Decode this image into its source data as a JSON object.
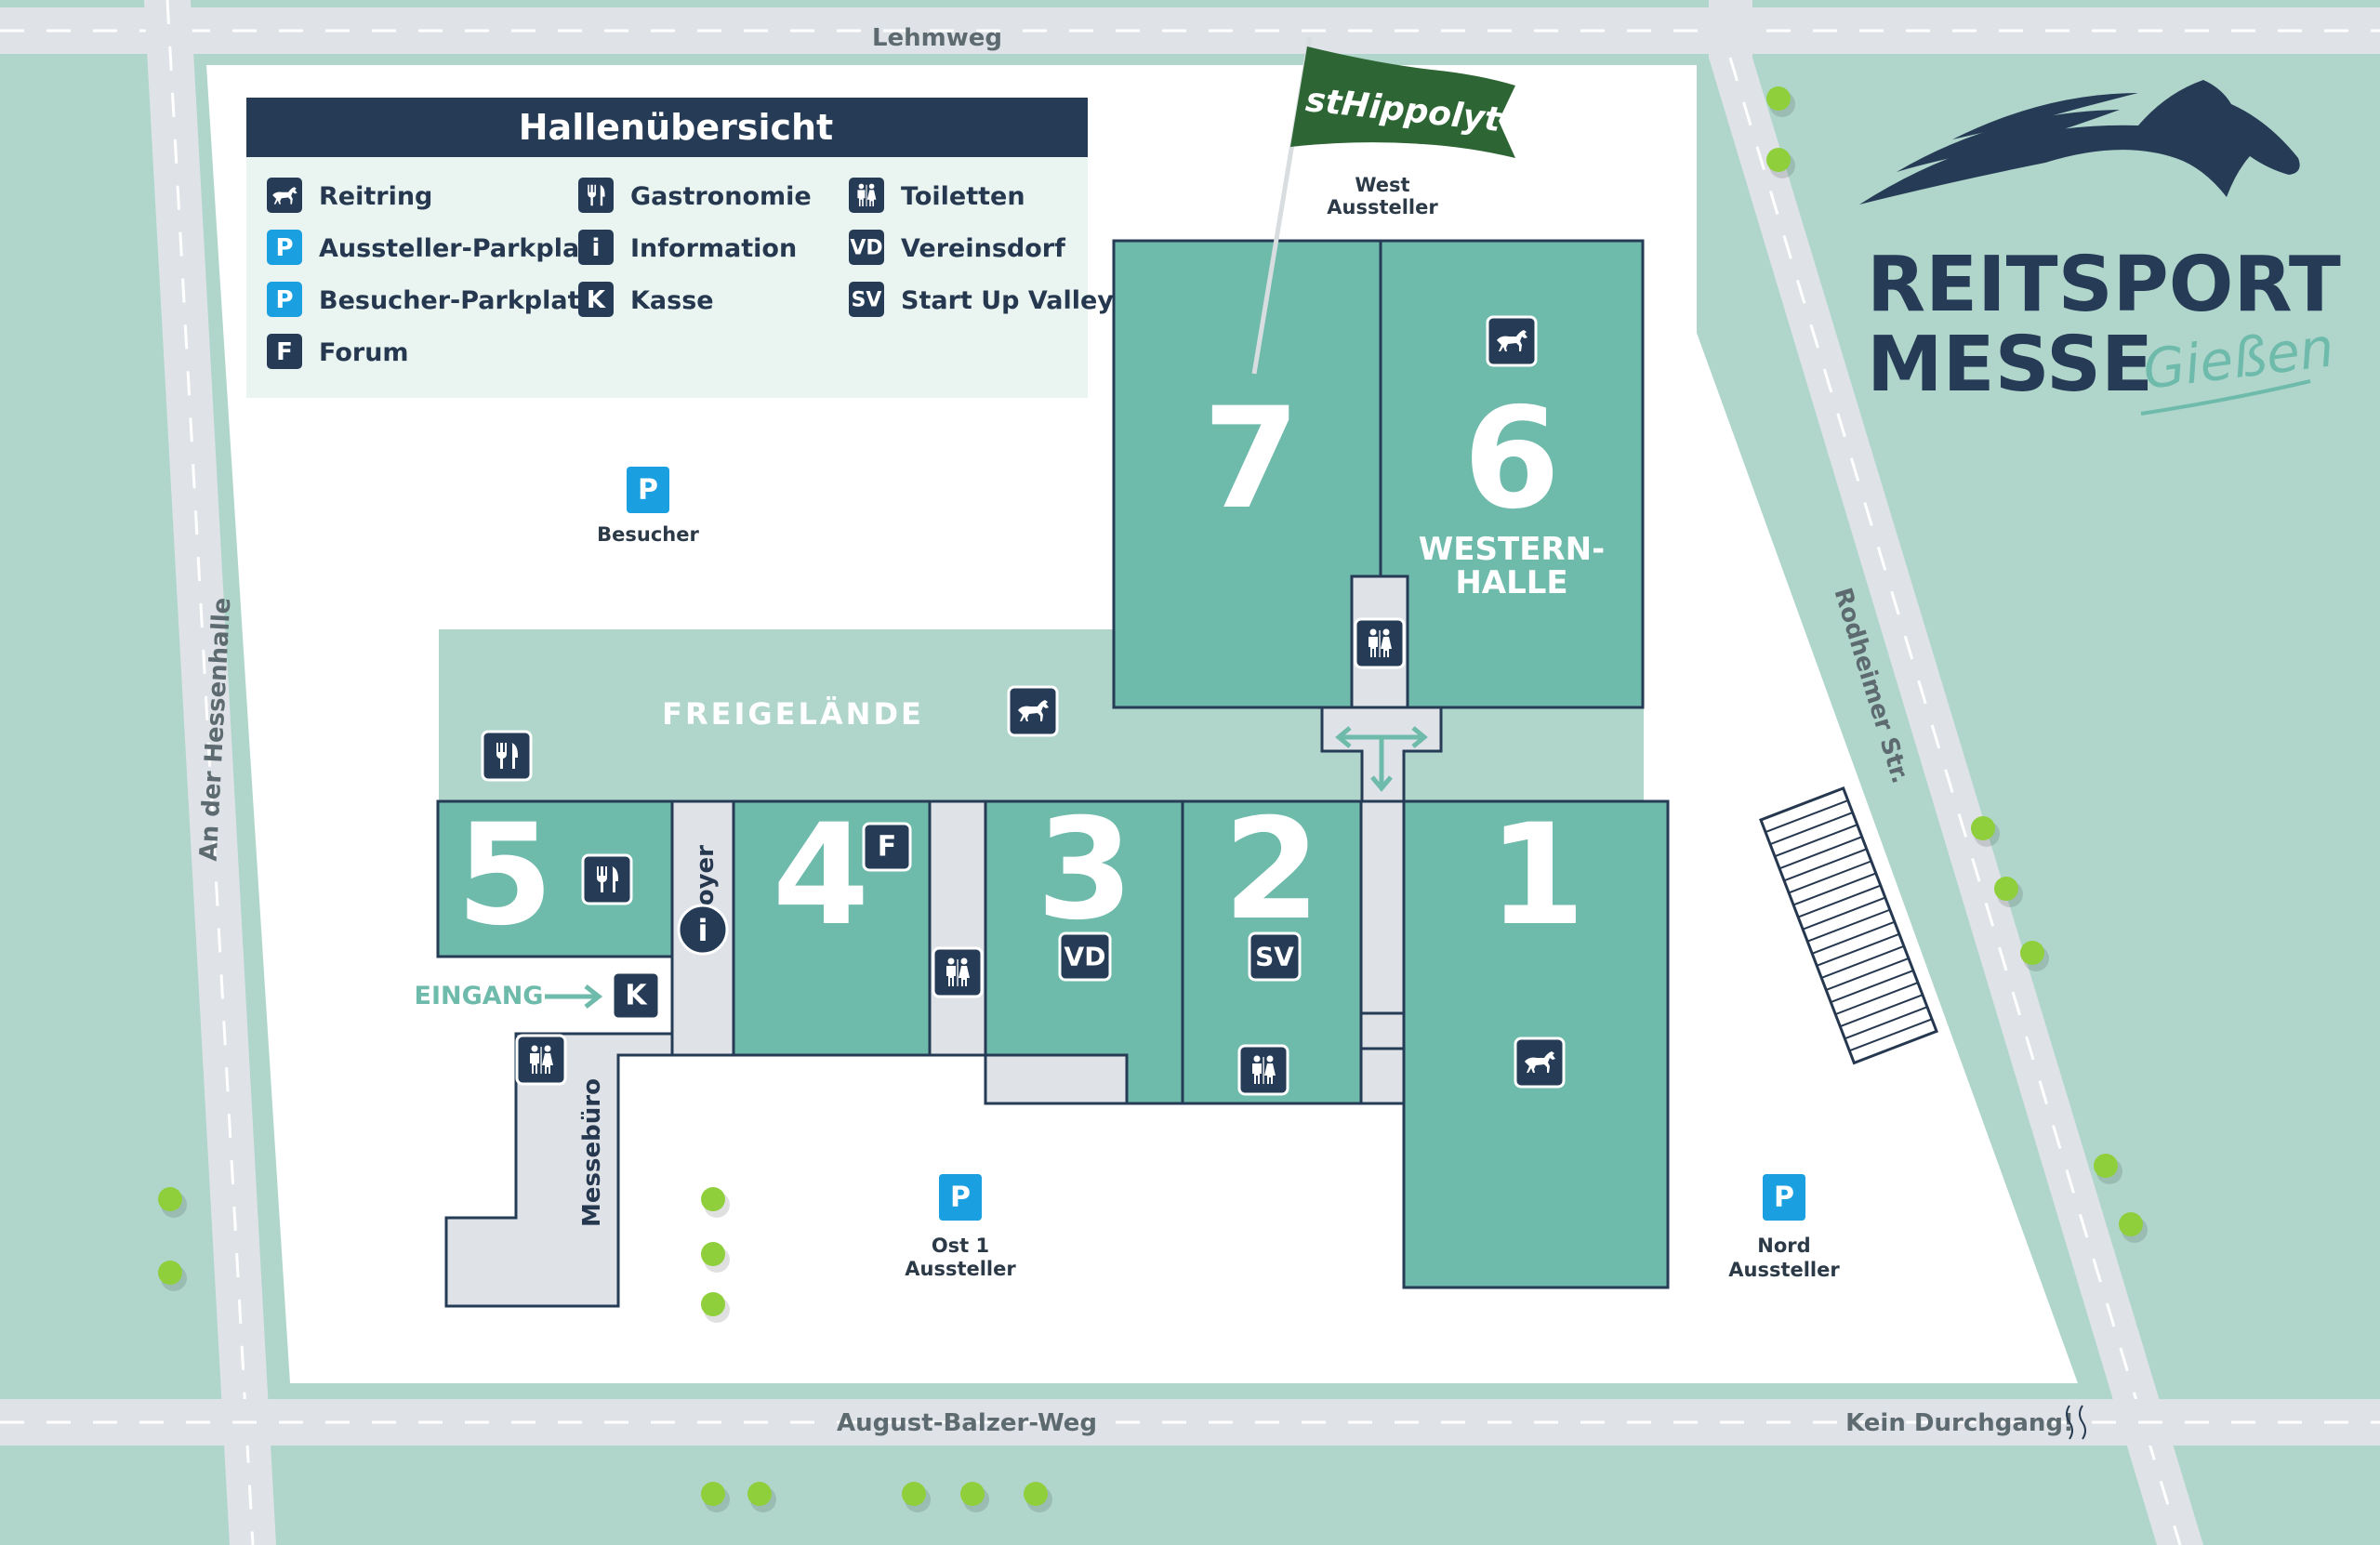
{
  "legend": {
    "title": "Hallenübersicht",
    "items": [
      {
        "icon": "horse-icon",
        "badge": "",
        "color": "#263b55",
        "label": "Reitring"
      },
      {
        "icon": "cutlery-icon",
        "badge": "",
        "color": "#263b55",
        "label": "Gastronomie"
      },
      {
        "icon": "toilet-icon",
        "badge": "",
        "color": "#263b55",
        "label": "Toiletten"
      },
      {
        "icon": "parking-icon",
        "badge": "P",
        "color": "#1a9fe0",
        "label": "Aussteller-Parkplatz"
      },
      {
        "icon": "info-icon",
        "badge": "i",
        "color": "#263b55",
        "label": "Information"
      },
      {
        "icon": "vereinsdorf-icon",
        "badge": "VD",
        "color": "#263b55",
        "label": "Vereinsdorf"
      },
      {
        "icon": "parking-icon",
        "badge": "P",
        "color": "#1a9fe0",
        "label": "Besucher-Parkplatz"
      },
      {
        "icon": "kasse-icon",
        "badge": "K",
        "color": "#263b55",
        "label": "Kasse"
      },
      {
        "icon": "startup-icon",
        "badge": "SV",
        "color": "#263b55",
        "label": "Start Up Valley"
      },
      {
        "icon": "forum-icon",
        "badge": "F",
        "color": "#263b55",
        "label": "Forum"
      }
    ]
  },
  "roads": {
    "north": "Lehmweg",
    "west": "An der Hessenhalle",
    "east": "Rodheimer Str.",
    "south": "August-Balzer-Weg",
    "south_note": "Kein Durchgang!"
  },
  "halls": {
    "h1": "1",
    "h2": "2",
    "h3": "3",
    "h4": "4",
    "h5": "5",
    "h6": "6",
    "h7": "7",
    "h6_sub_1": "WESTERN-",
    "h6_sub_2": "HALLE"
  },
  "areas": {
    "freigelaende": "Freigelände",
    "foyer": "Foyer",
    "messebuero": "Messebüro",
    "entrance": "EINGANG"
  },
  "badges": {
    "p": "P",
    "i": "i",
    "k": "K",
    "vd": "VD",
    "sv": "SV",
    "f": "F"
  },
  "parking": {
    "besucher": "Besucher",
    "west_1": "West",
    "west_2": "Aussteller",
    "ost_1": "Ost 1",
    "ost_2": "Aussteller",
    "nord_1": "Nord",
    "nord_2": "Aussteller"
  },
  "flag": {
    "text": "stHippolyt"
  },
  "brand": {
    "line1": "REITSPORT",
    "line2": "MESSE",
    "script": "Gießen"
  },
  "colors": {
    "background": "#b0d6cc",
    "ground": "#ffffff",
    "hall": "#6ebaab",
    "freigelaende": "#b0d6cc",
    "navy": "#263b55",
    "road": "#dfe3e8",
    "parking_blue": "#1a9fe0",
    "flag_green": "#2d6534",
    "tree": "#8fcf3c"
  }
}
